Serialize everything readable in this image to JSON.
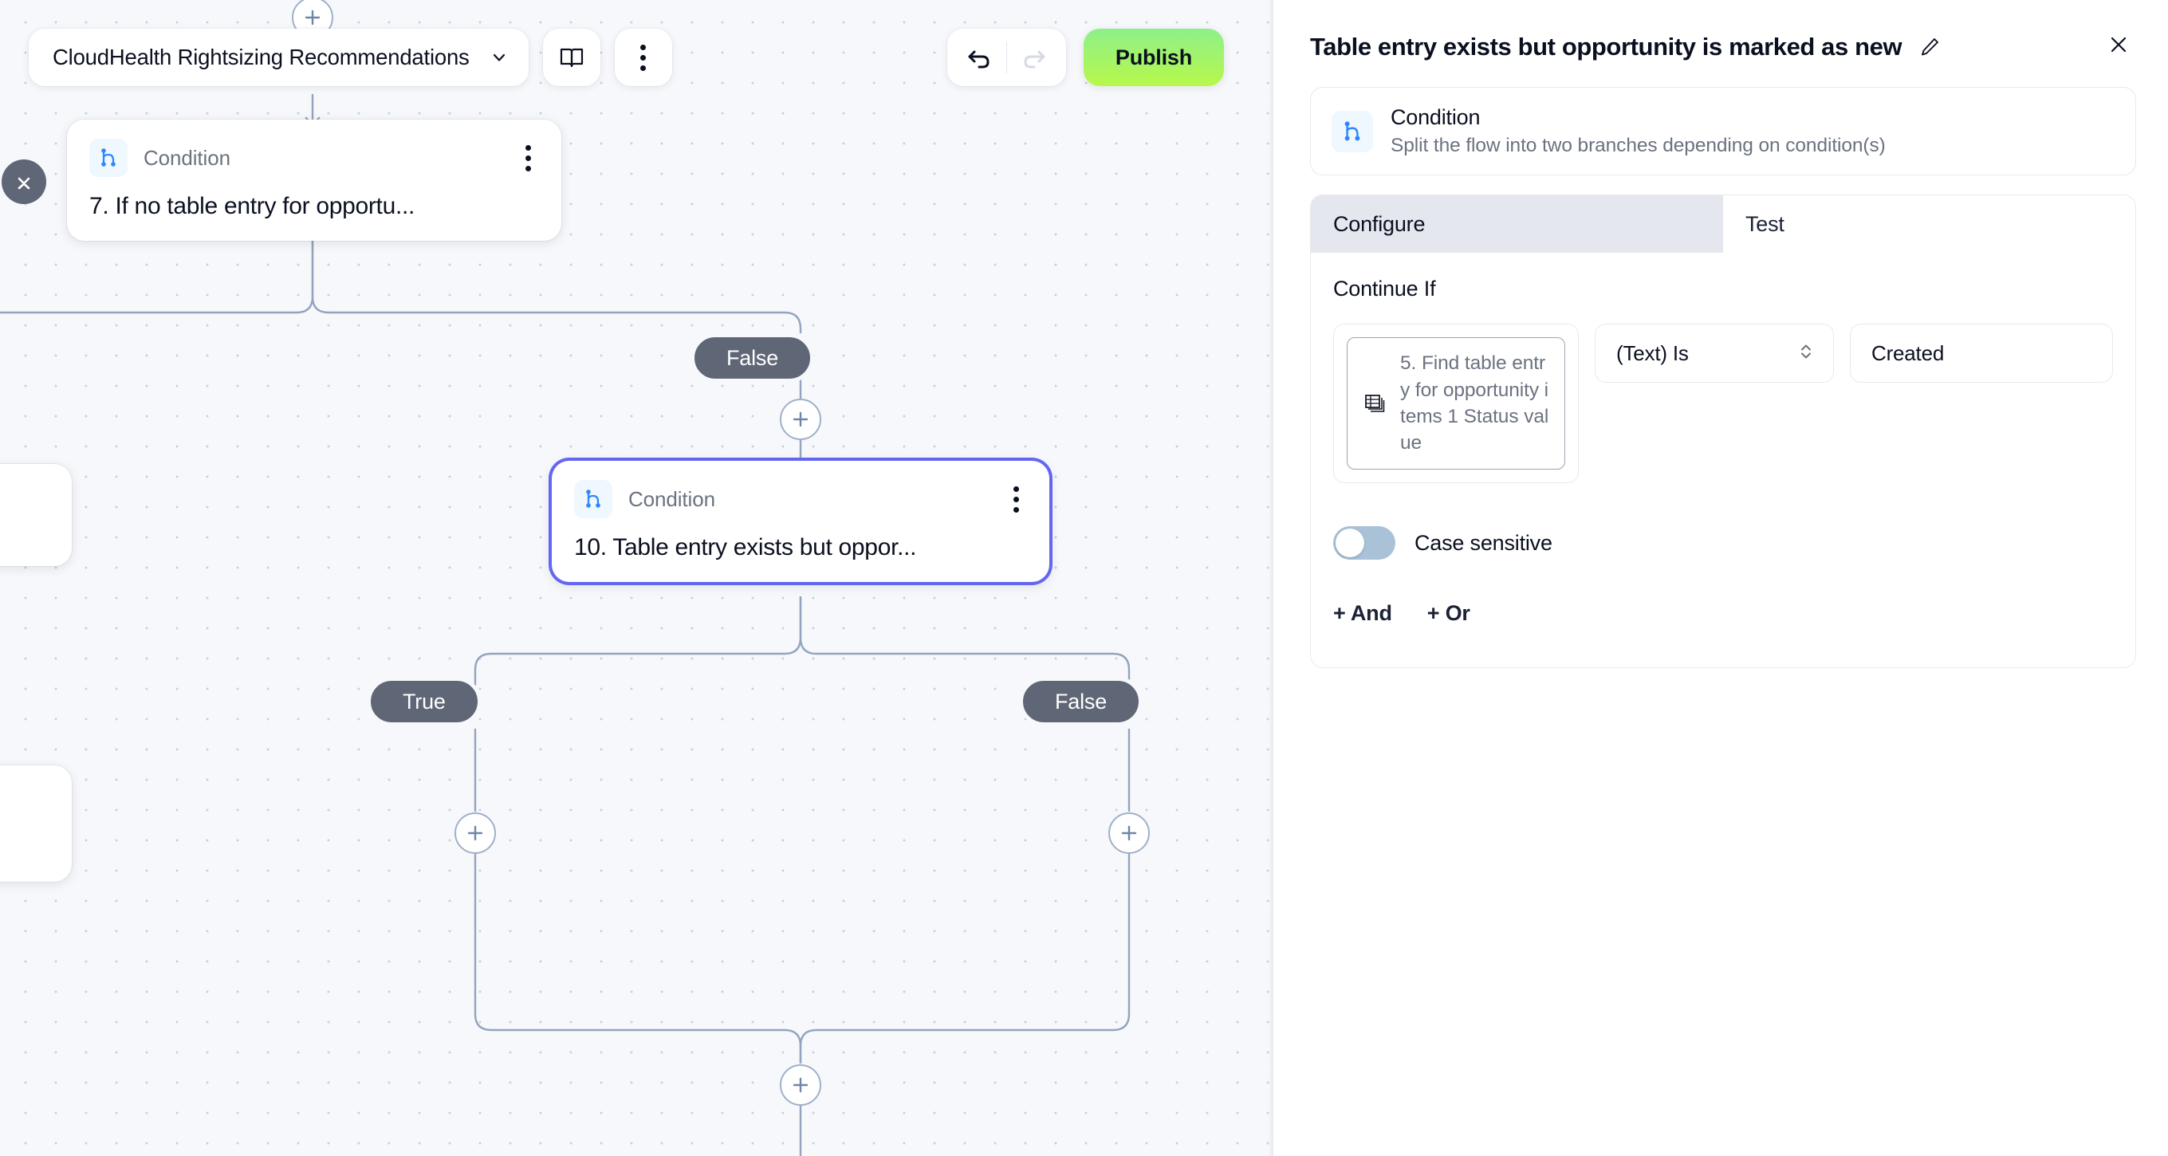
{
  "topbar": {
    "flow_name": "CloudHealth Rightsizing Recommendations",
    "chevron_icon": "chevron-down-icon",
    "docs_icon": "book-icon",
    "more_icon": "kebab-menu-icon",
    "undo_icon": "undo-icon",
    "redo_icon": "redo-icon",
    "publish_label": "Publish"
  },
  "canvas": {
    "collapse_icon": "collapse-expand-icon",
    "nodes": [
      {
        "type_label": "Condition",
        "title": "7. If no table entry for opportu...",
        "icon": "condition-branch-icon"
      },
      {
        "type_label": "Condition",
        "title": "10. Table entry exists but oppor...",
        "icon": "condition-branch-icon"
      }
    ],
    "branch_labels": {
      "false_top": "False",
      "true_label": "True",
      "false_label": "False"
    }
  },
  "panel": {
    "title": "Table entry exists but opportunity is marked as new",
    "edit_icon": "pencil-icon",
    "close_icon": "close-icon",
    "info": {
      "icon": "condition-branch-icon",
      "title": "Condition",
      "subtitle": "Split the flow into two branches depending on condition(s)"
    },
    "tabs": [
      {
        "label": "Configure",
        "active": true
      },
      {
        "label": "Test",
        "active": false
      }
    ],
    "section_label": "Continue If",
    "condition": {
      "token_icon": "table-icon",
      "token_text": "5. Find table entry for opportunity items 1 Status value",
      "operator": "(Text) Is",
      "operator_chevron_icon": "chevron-up-down-icon",
      "value": "Created",
      "value_placeholder": "Value"
    },
    "case_sensitive": {
      "label": "Case sensitive",
      "enabled": false
    },
    "add_and_label": "+ And",
    "add_or_label": "+ Or"
  },
  "colors": {
    "accent_selected": "#6366f1",
    "publish_gradient_from": "#8ef08a",
    "publish_gradient_to": "#b7f84a",
    "pill_bg": "#5f6675",
    "wire": "#93a4bf",
    "canvas_bg": "#f6f8fb",
    "condition_icon_blue": "#2f86ff"
  }
}
